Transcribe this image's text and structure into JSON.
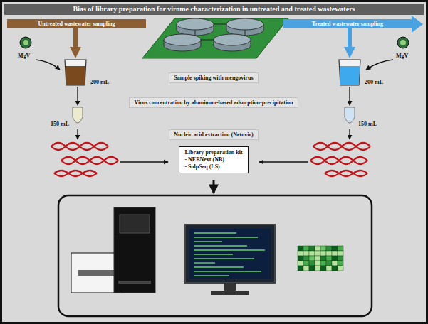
{
  "diagram": {
    "title": "Bias of library preparation for virome characterization in untreated and treated wastewaters",
    "nodes": [
      {
        "text": [
          "Untreated wastewater sampling"
        ]
      },
      {
        "text": [
          "Treated wastewater sampling"
        ]
      },
      {
        "text": [
          "Sample spiking with mengovirus"
        ]
      },
      {
        "text": [
          "200 mL"
        ]
      },
      {
        "text": [
          "200 mL"
        ]
      },
      {
        "text": [
          "Virus concentration by aluminum-based adsorption-precipitation"
        ]
      },
      {
        "text": [
          "150 mL"
        ]
      },
      {
        "text": [
          "150 mL"
        ]
      },
      {
        "text": [
          "Nucleic acid extraction (Netovir)"
        ]
      },
      {
        "text": [
          "Library preparation kit",
          "- NEBNext (NB)",
          "- SolpSeq (LS)"
        ]
      }
    ],
    "edges": [
      {
        "from": 0,
        "to": 3,
        "arrow": "to"
      },
      {
        "from": 1,
        "to": 4,
        "arrow": "to"
      },
      {
        "from": 3,
        "to": 6,
        "arrow": "to"
      },
      {
        "from": 4,
        "to": 7,
        "arrow": "to"
      }
    ],
    "labels": [
      "MgV",
      "MgV"
    ]
  }
}
